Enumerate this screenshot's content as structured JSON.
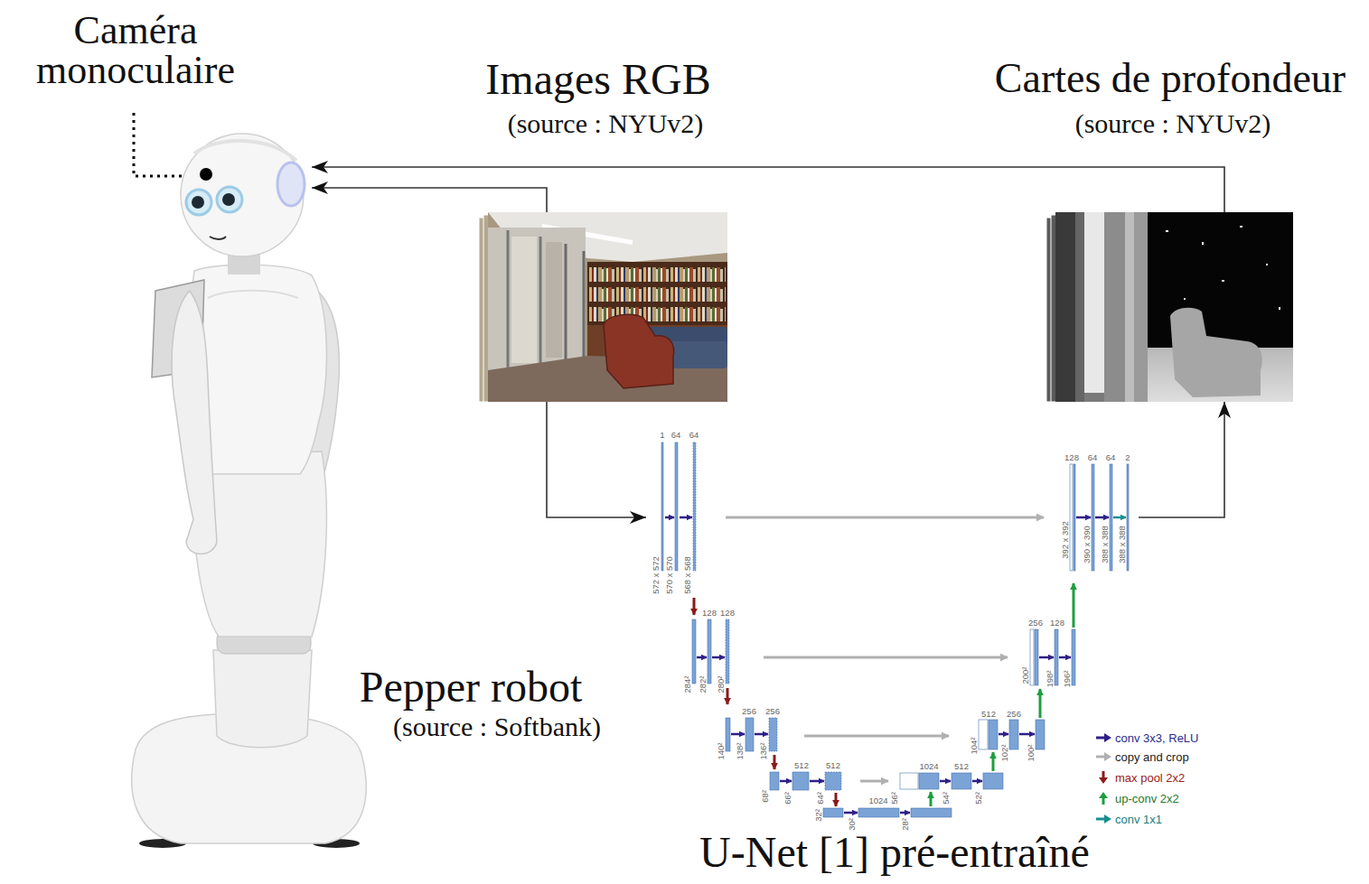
{
  "diagram": {
    "nodes": [
      {
        "text": [
          "Pepper robot",
          "(source : Softbank)"
        ]
      },
      {
        "text": [
          "Images RGB",
          "(source : NYUv2)"
        ]
      },
      {
        "text": [
          "Cartes de profondeur",
          "(source : NYUv2)"
        ]
      },
      {
        "text": [
          "U-Net [1] pré-entraîné"
        ]
      }
    ],
    "edges": [
      {
        "from": 1,
        "to": 0,
        "arrow": "to"
      },
      {
        "from": 2,
        "to": 0,
        "arrow": "to"
      },
      {
        "from": 1,
        "to": 3,
        "arrow": "to"
      },
      {
        "from": 3,
        "to": 2,
        "arrow": "to"
      }
    ],
    "labels": [
      "Caméra monoculaire",
      "1",
      "64",
      "64",
      "572 x 572",
      "570 x 570",
      "568 x 568",
      "128",
      "128",
      "284²",
      "282²",
      "280²",
      "256",
      "256",
      "140²",
      "138²",
      "136²",
      "512",
      "512",
      "68²",
      "66²",
      "64²",
      "1024",
      "32²",
      "30²",
      "28²",
      "1024",
      "512",
      "56²",
      "54²",
      "52²",
      "512",
      "256",
      "104²",
      "102²",
      "100²",
      "256",
      "128",
      "200²",
      "198²",
      "196²",
      "128",
      "64",
      "64",
      "2",
      "392 x 392",
      "390 x 390",
      "388 x 388",
      "388 x 388"
    ],
    "legend": [
      {
        "text": "conv 3x3, ReLU"
      },
      {
        "text": "copy and crop"
      },
      {
        "text": "max pool 2x2"
      },
      {
        "text": "up-conv 2x2"
      },
      {
        "text": "conv 1x1"
      }
    ]
  }
}
